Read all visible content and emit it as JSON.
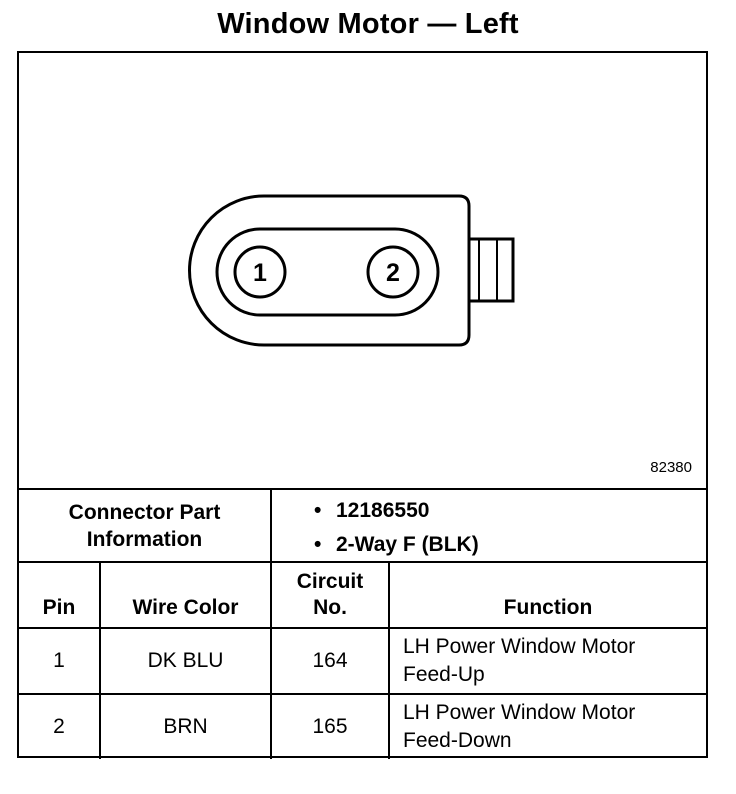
{
  "title": "Window Motor — Left",
  "figure_number": "82380",
  "connector": {
    "pins": [
      {
        "label": "1"
      },
      {
        "label": "2"
      }
    ]
  },
  "connector_info": {
    "label_line1": "Connector Part",
    "label_line2": "Information",
    "items": [
      "12186550",
      "2-Way F (BLK)"
    ],
    "bullet": "•"
  },
  "table": {
    "headers": {
      "pin": "Pin",
      "wire_color": "Wire Color",
      "circuit_line1": "Circuit",
      "circuit_line2": "No.",
      "function": "Function"
    },
    "rows": [
      {
        "pin": "1",
        "wire_color": "DK BLU",
        "circuit": "164",
        "function_line1": "LH Power Window Motor",
        "function_line2": "Feed-Up"
      },
      {
        "pin": "2",
        "wire_color": "BRN",
        "circuit": "165",
        "function_line1": "LH Power Window Motor",
        "function_line2": "Feed-Down"
      }
    ]
  }
}
